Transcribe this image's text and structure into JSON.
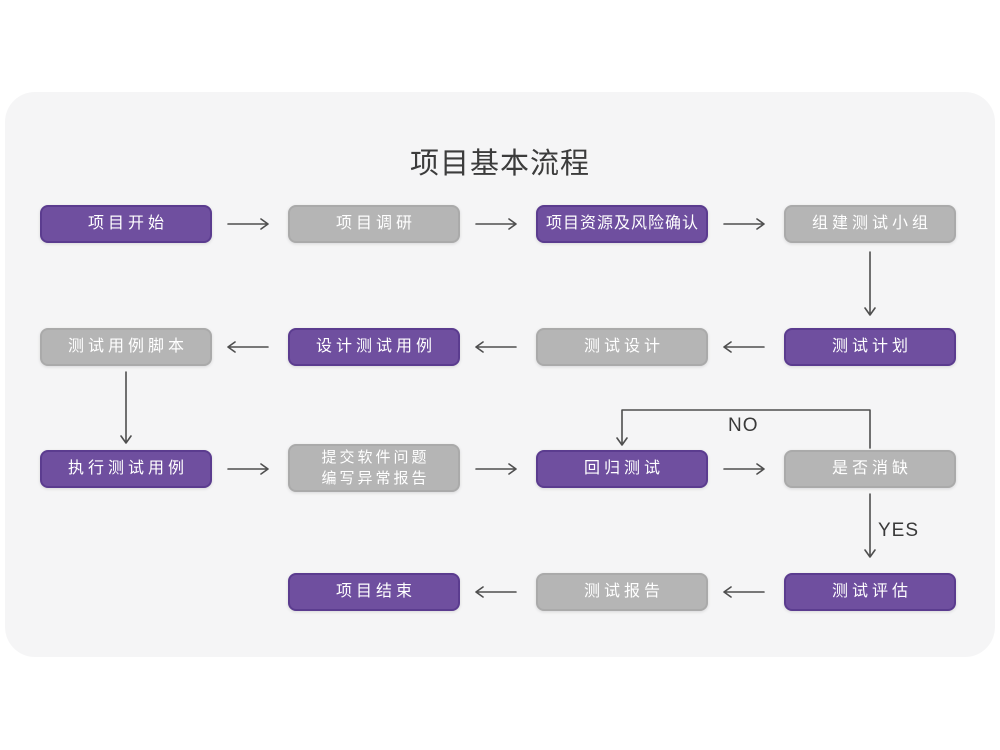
{
  "title": "项目基本流程",
  "colors": {
    "page_bg": "#ffffff",
    "card_bg": "#f5f5f6",
    "purple": "#6f4f9f",
    "purple_border": "#5b3c8f",
    "gray": "#b5b5b5",
    "gray_border": "#aaaaaa",
    "node_text": "#ffffff",
    "arrow": "#4f4f4f",
    "title_color": "#3c3c3c",
    "label_color": "#3a3a3a"
  },
  "branch_labels": {
    "no": "NO",
    "yes": "YES"
  },
  "nodes": [
    {
      "label": "项目开始",
      "type": "purple"
    },
    {
      "label": "项目调研",
      "type": "gray"
    },
    {
      "label": "项目资源及风险确认",
      "type": "purple"
    },
    {
      "label": "组建测试小组",
      "type": "gray"
    },
    {
      "label": "测试计划",
      "type": "purple"
    },
    {
      "label": "测试设计",
      "type": "gray"
    },
    {
      "label": "设计测试用例",
      "type": "purple"
    },
    {
      "label": "测试用例脚本",
      "type": "gray"
    },
    {
      "label": "执行测试用例",
      "type": "purple"
    },
    {
      "line1": "提交软件问题",
      "line2": "编写异常报告",
      "type": "gray"
    },
    {
      "label": "回归测试",
      "type": "purple"
    },
    {
      "label": "是否消缺",
      "type": "gray"
    },
    {
      "label": "测试评估",
      "type": "purple"
    },
    {
      "label": "测试报告",
      "type": "gray"
    },
    {
      "label": "项目结束",
      "type": "purple"
    }
  ],
  "edges": [
    {
      "from": "项目开始",
      "to": "项目调研",
      "label": ""
    },
    {
      "from": "项目调研",
      "to": "项目资源及风险确认",
      "label": ""
    },
    {
      "from": "项目资源及风险确认",
      "to": "组建测试小组",
      "label": ""
    },
    {
      "from": "组建测试小组",
      "to": "测试计划",
      "label": ""
    },
    {
      "from": "测试计划",
      "to": "测试设计",
      "label": ""
    },
    {
      "from": "测试设计",
      "to": "设计测试用例",
      "label": ""
    },
    {
      "from": "设计测试用例",
      "to": "测试用例脚本",
      "label": ""
    },
    {
      "from": "测试用例脚本",
      "to": "执行测试用例",
      "label": ""
    },
    {
      "from": "执行测试用例",
      "to": "提交软件问题编写异常报告",
      "label": ""
    },
    {
      "from": "提交软件问题编写异常报告",
      "to": "回归测试",
      "label": ""
    },
    {
      "from": "回归测试",
      "to": "是否消缺",
      "label": ""
    },
    {
      "from": "是否消缺",
      "to": "回归测试",
      "label": "NO"
    },
    {
      "from": "是否消缺",
      "to": "测试评估",
      "label": "YES"
    },
    {
      "from": "测试评估",
      "to": "测试报告",
      "label": ""
    },
    {
      "from": "测试报告",
      "to": "项目结束",
      "label": ""
    }
  ]
}
